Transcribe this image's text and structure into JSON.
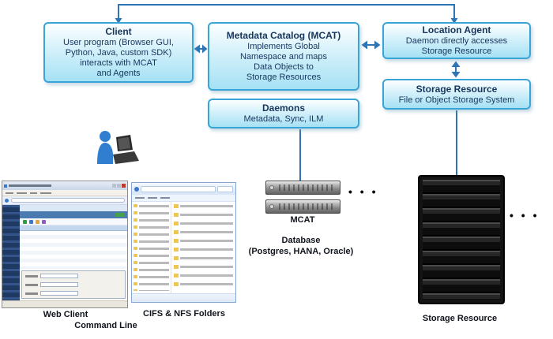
{
  "colors": {
    "box_border": "#38a4d8",
    "box_fill": "#a5e1f4",
    "arrow": "#2e75b6",
    "box_text": "#17365d",
    "label_text": "#10141c"
  },
  "boxes": {
    "client": {
      "title": "Client",
      "body": "User program (Browser GUI,\nPython, Java, custom SDK)\ninteracts with MCAT\nand Agents"
    },
    "mcat": {
      "title": "Metadata Catalog (MCAT)",
      "body": "Implements Global\nNamespace and maps\nData Objects to\nStorage Resources"
    },
    "location_agent": {
      "title": "Location Agent",
      "body": "Daemon directly accesses\nStorage Resource"
    },
    "storage_resource": {
      "title": "Storage Resource",
      "body": "File or Object Storage System"
    },
    "daemons": {
      "title": "Daemons",
      "body": "Metadata, Sync, ILM"
    }
  },
  "labels": {
    "web_client": "Web Client",
    "command_line": "Command Line",
    "cifs_nfs_folders": "CIFS & NFS Folders",
    "mcat": "MCAT",
    "database": "Database\n(Postgres,  HANA, Oracle)",
    "storage_resource": "Storage Resource",
    "ellipsis": "• • •"
  }
}
